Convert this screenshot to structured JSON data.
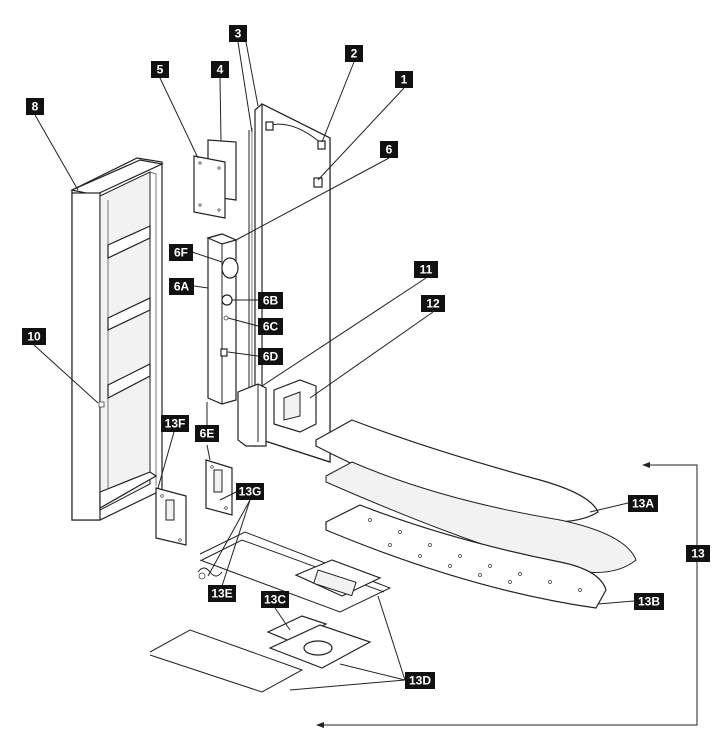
{
  "diagram": {
    "callouts": {
      "c1": "1",
      "c2": "2",
      "c3": "3",
      "c4": "4",
      "c5": "5",
      "c6": "6",
      "c6a": "6A",
      "c6b": "6B",
      "c6c": "6C",
      "c6d": "6D",
      "c6e": "6E",
      "c6f": "6F",
      "c8": "8",
      "c10": "10",
      "c11": "11",
      "c12": "12",
      "c13": "13",
      "c13a": "13A",
      "c13b": "13B",
      "c13c": "13C",
      "c13d": "13D",
      "c13e": "13E",
      "c13f": "13F",
      "c13g": "13G"
    }
  }
}
